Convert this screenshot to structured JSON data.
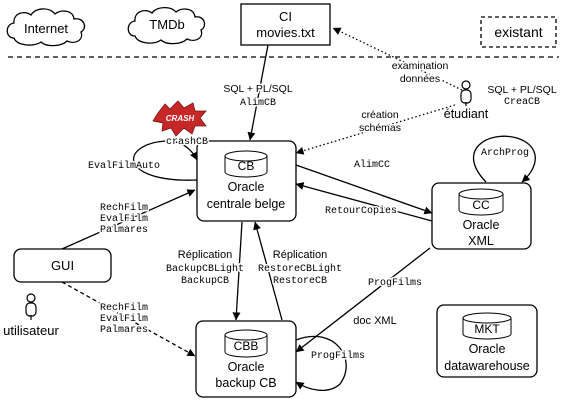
{
  "sources": {
    "internet": "Internet",
    "tmdb": "TMDb",
    "ci_line1": "CI",
    "ci_line2": "movies.txt",
    "existant": "existant"
  },
  "databases": {
    "cb": {
      "code": "CB",
      "line1": "Oracle",
      "line2": "centrale belge"
    },
    "cc": {
      "code": "CC",
      "line1": "Oracle",
      "line2": "XML"
    },
    "cbb": {
      "code": "CBB",
      "line1": "Oracle",
      "line2": "backup CB"
    },
    "mkt": {
      "code": "MKT",
      "line1": "Oracle",
      "line2": "datawarehouse"
    }
  },
  "gui": {
    "label": "GUI"
  },
  "actors": {
    "utilisateur": "utilisateur",
    "etudiant": "étudiant"
  },
  "crash": {
    "badge": "CRASH",
    "label": "crashCB"
  },
  "edge_labels": {
    "sql_plsql_ci": "SQL + PL/SQL",
    "alimcb": "AlimCB",
    "examination_1": "examination",
    "examination_2": "données",
    "creation_1": "création",
    "creation_2": "schémas",
    "sql_plsql_etudiant": "SQL + PL/SQL",
    "creacb": "CreaCB",
    "evalfilmauto": "EvalFilmAuto",
    "gui_cb_1": "RechFilm",
    "gui_cb_2": "EvalFilm",
    "gui_cb_3": "Palmares",
    "alimcc": "AlimCC",
    "retourcopies": "RetourCopies",
    "archprog": "ArchProg",
    "replication_left": "Réplication",
    "backupcblight": "BackupCBLight",
    "backupcb": "BackupCB",
    "replication_right": "Réplication",
    "restorecblight": "RestoreCBLight",
    "restorecb": "RestoreCB",
    "progfilms_cc": "ProgFilms",
    "doc_xml": "doc XML",
    "gui_cbb_1": "RechFilm",
    "gui_cbb_2": "EvalFilm",
    "gui_cbb_3": "Palmares",
    "progfilms_cbb": "ProgFilms"
  },
  "icons": {
    "cloud": "cloud-icon",
    "database": "database-cylinder-icon",
    "actor": "stick-figure-icon",
    "crash": "crash-burst-icon"
  }
}
